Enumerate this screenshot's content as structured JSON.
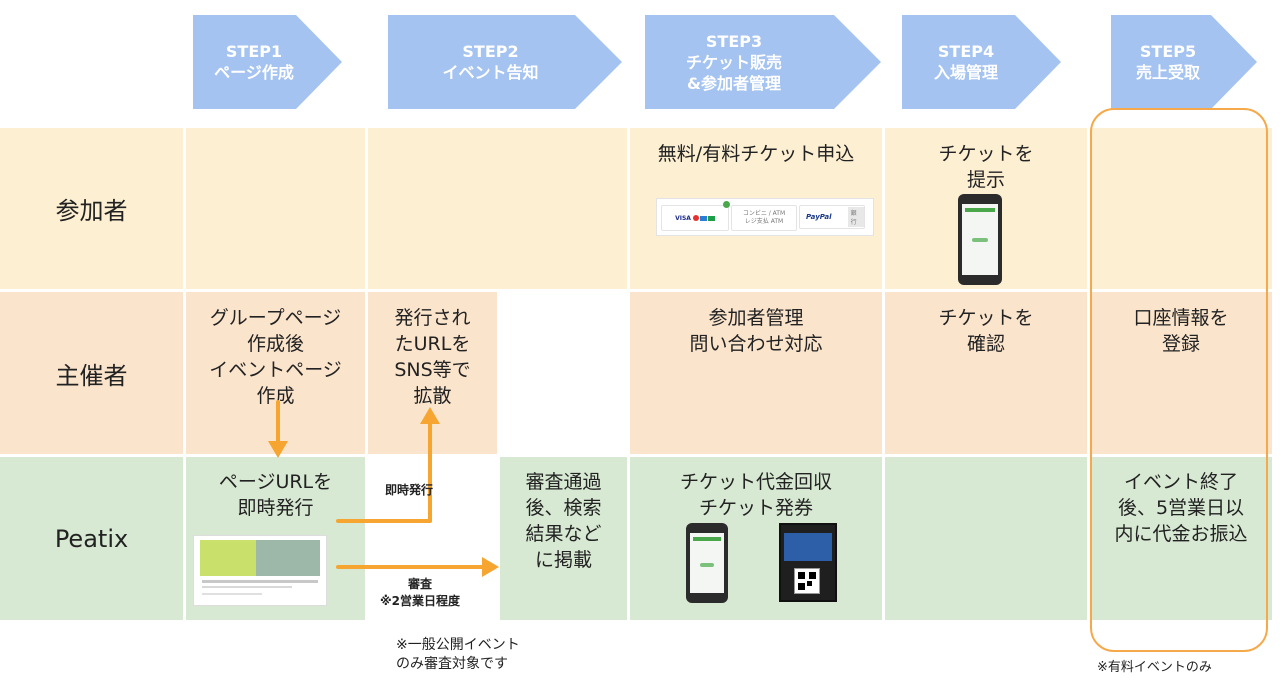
{
  "steps": [
    {
      "line1": "STEP1",
      "line2": "ページ作成",
      "line3": ""
    },
    {
      "line1": "STEP2",
      "line2": "イベント告知",
      "line3": ""
    },
    {
      "line1": "STEP3",
      "line2": "チケット販売",
      "line3": "&参加者管理"
    },
    {
      "line1": "STEP4",
      "line2": "入場管理",
      "line3": ""
    },
    {
      "line1": "STEP5",
      "line2": "売上受取",
      "line3": ""
    }
  ],
  "rows": {
    "participant": "参加者",
    "organizer": "主催者",
    "peatix": "Peatix"
  },
  "cells": {
    "participant_step3": "無料/有料チケット申込",
    "participant_step4_l1": "チケットを",
    "participant_step4_l2": "提示",
    "organizer_step1": [
      "グループページ",
      "作成後",
      "イベントページ",
      "作成"
    ],
    "organizer_step2": [
      "発行され",
      "たURLを",
      "SNS等で",
      "拡散"
    ],
    "organizer_step3": [
      "参加者管理",
      "問い合わせ対応"
    ],
    "organizer_step4": [
      "チケットを",
      "確認"
    ],
    "organizer_step5": [
      "口座情報を",
      "登録"
    ],
    "peatix_step1": [
      "ページURLを",
      "即時発行"
    ],
    "peatix_review": [
      "審査通過",
      "後、検索",
      "結果など",
      "に掲載"
    ],
    "peatix_step3": [
      "チケット代金回収",
      "チケット発券"
    ],
    "peatix_step5": [
      "イベント終了",
      "後、5営業日以",
      "内に代金お振込"
    ]
  },
  "arrows": {
    "instant": "即時発行",
    "review_l1": "審査",
    "review_l2": "※2営業日程度"
  },
  "notes": {
    "review_note_l1": "※一般公開イベント",
    "review_note_l2": "のみ審査対象です",
    "paid_only": "※有料イベントのみ"
  },
  "payment": {
    "cards": "VISA",
    "konbini_l1": "コンビニ / ATM",
    "konbini_l2": "レジ支払 ATM",
    "paypal": "PayPal",
    "other": "銀行"
  },
  "colors": {
    "step_arrow": "#a4c3f0",
    "participant_row": "#fcefd2",
    "organizer_row": "#fbe4cc",
    "peatix_row": "#d8e9d3",
    "flow_arrow": "#f5a530",
    "highlight_outline": "#f5a94a"
  }
}
